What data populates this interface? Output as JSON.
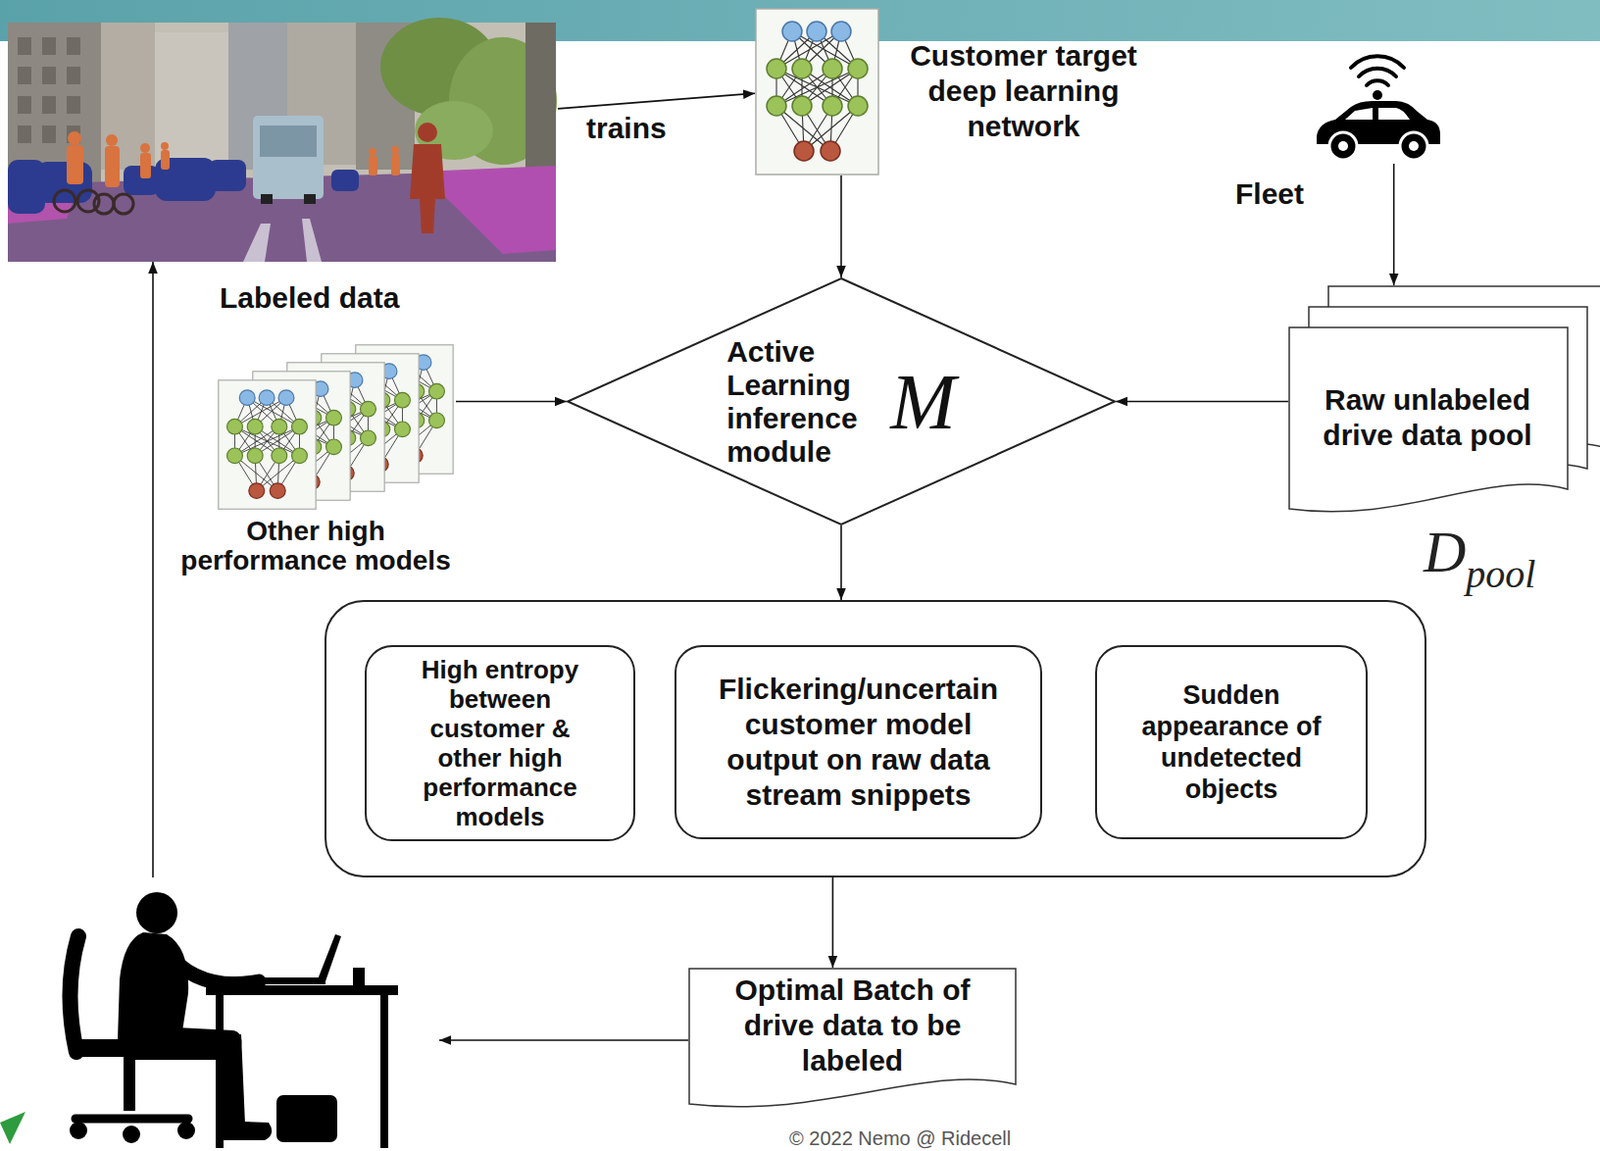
{
  "diagram": {
    "nodes": [
      {
        "text": [
          "Labeled data"
        ]
      },
      {
        "text": [
          "Customer target deep learning network"
        ]
      },
      {
        "text": [
          "Fleet"
        ]
      },
      {
        "text": [
          "Other high performance models"
        ]
      },
      {
        "text": [
          "Active Learning inference module",
          "M"
        ]
      },
      {
        "text": [
          "Raw unlabeled drive data pool",
          "D",
          "pool"
        ]
      },
      {
        "text": []
      },
      {
        "text": [
          "High entropy between customer & other high performance models"
        ],
        "in": 6
      },
      {
        "text": [
          "Flickering/uncertain customer model output on raw data stream snippets"
        ],
        "in": 6
      },
      {
        "text": [
          "Sudden appearance of undetected objects"
        ],
        "in": 6
      },
      {
        "text": [
          "Optimal Batch of drive data to be labeled"
        ]
      },
      {
        "text": []
      }
    ],
    "edges": [
      {
        "from": 0,
        "to": 1,
        "label": "trains",
        "arrow": "to"
      },
      {
        "from": 1,
        "to": 4,
        "arrow": "to"
      },
      {
        "from": 2,
        "to": 5,
        "arrow": "to"
      },
      {
        "from": 3,
        "to": 4,
        "arrow": "to"
      },
      {
        "from": 5,
        "to": 4,
        "arrow": "to"
      },
      {
        "from": 4,
        "to": 6,
        "arrow": "to"
      },
      {
        "from": 6,
        "to": 10,
        "arrow": "to"
      },
      {
        "from": 10,
        "to": 11,
        "arrow": "to"
      },
      {
        "from": 11,
        "to": 0,
        "arrow": "to"
      }
    ],
    "labels": [
      "© 2022 Nemo @ Ridecell"
    ]
  }
}
